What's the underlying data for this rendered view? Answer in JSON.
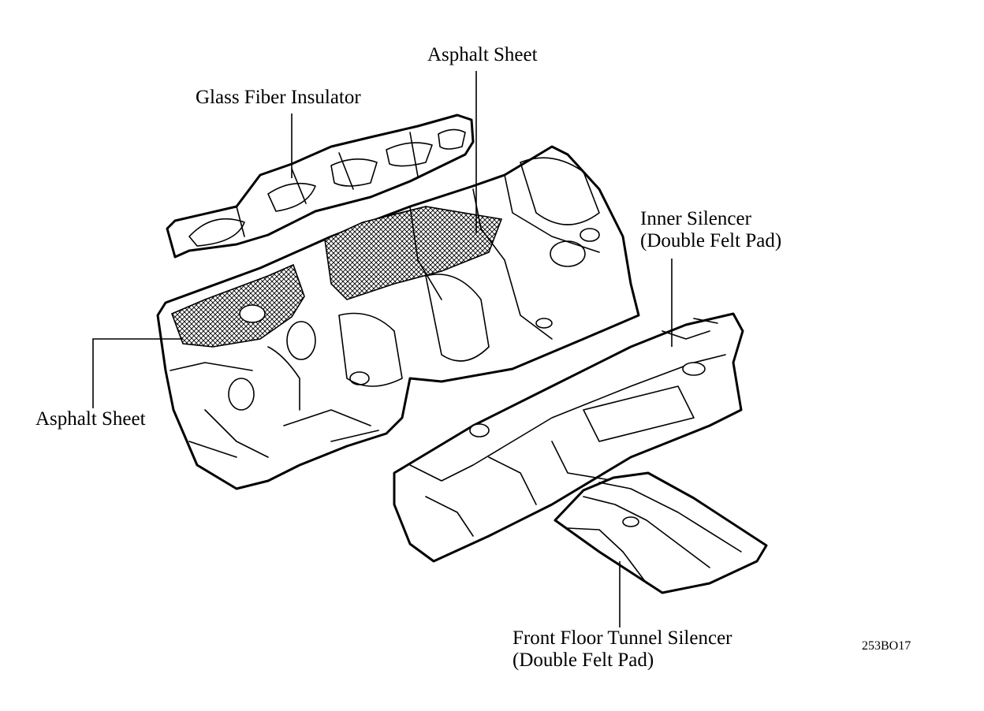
{
  "labels": {
    "glass_fiber": "Glass Fiber Insulator",
    "asphalt_top": "Asphalt Sheet",
    "asphalt_left": "Asphalt Sheet",
    "inner_silencer_line1": "Inner Silencer",
    "inner_silencer_line2": "(Double Felt Pad)",
    "tunnel_silencer_line1": "Front Floor Tunnel Silencer",
    "tunnel_silencer_line2": "(Double Felt Pad)",
    "figure_code": "253BO17"
  }
}
